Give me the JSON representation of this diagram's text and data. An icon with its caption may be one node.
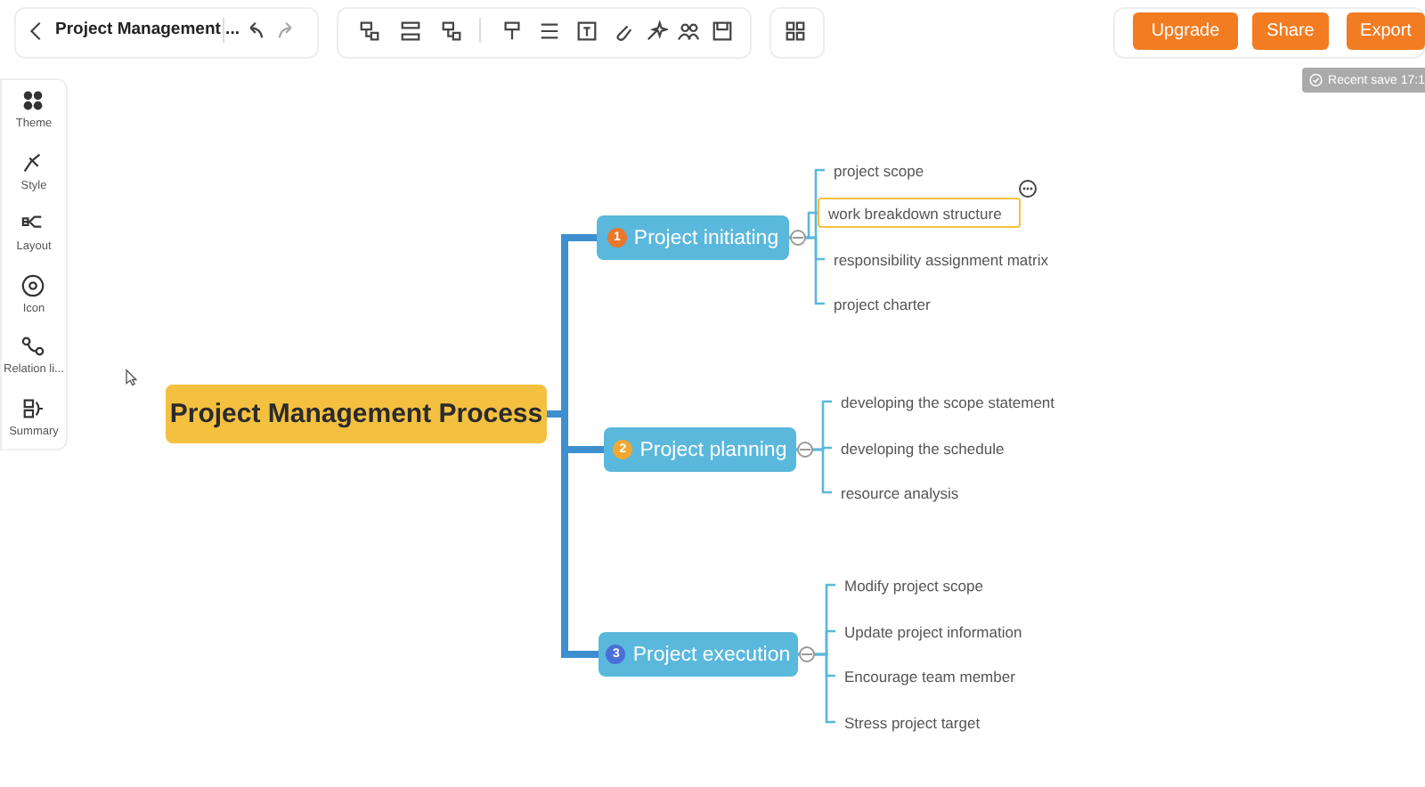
{
  "diagram": {
    "nodes": [
      {
        "text": [
          "Project Management Process"
        ]
      },
      {
        "text": [
          "1",
          "Project initiating"
        ]
      },
      {
        "text": [
          "project scope"
        ]
      },
      {
        "text": [
          "work breakdown structure"
        ]
      },
      {
        "text": [
          "responsibility assignment matrix"
        ]
      },
      {
        "text": [
          "project charter"
        ]
      },
      {
        "text": [
          "2",
          "Project planning"
        ]
      },
      {
        "text": [
          "developing the scope statement"
        ]
      },
      {
        "text": [
          "developing the schedule"
        ]
      },
      {
        "text": [
          "resource analysis"
        ]
      },
      {
        "text": [
          "3",
          "Project execution"
        ]
      },
      {
        "text": [
          "Modify project scope"
        ]
      },
      {
        "text": [
          "Update project information"
        ]
      },
      {
        "text": [
          "Encourage team member"
        ]
      },
      {
        "text": [
          "Stress project target"
        ]
      }
    ],
    "edges": [
      {
        "from": 0,
        "to": 1,
        "arrow": "none",
        "style": "thick",
        "color": "#3d8fd0"
      },
      {
        "from": 0,
        "to": 6,
        "arrow": "none",
        "style": "thick",
        "color": "#3d8fd0"
      },
      {
        "from": 0,
        "to": 10,
        "arrow": "none",
        "style": "thick",
        "color": "#3d8fd0"
      },
      {
        "from": 1,
        "to": 2,
        "arrow": "none"
      },
      {
        "from": 1,
        "to": 3,
        "arrow": "none"
      },
      {
        "from": 1,
        "to": 4,
        "arrow": "none"
      },
      {
        "from": 1,
        "to": 5,
        "arrow": "none"
      },
      {
        "from": 6,
        "to": 7,
        "arrow": "none"
      },
      {
        "from": 6,
        "to": 8,
        "arrow": "none"
      },
      {
        "from": 6,
        "to": 9,
        "arrow": "none"
      },
      {
        "from": 10,
        "to": 11,
        "arrow": "none"
      },
      {
        "from": 10,
        "to": 12,
        "arrow": "none"
      },
      {
        "from": 10,
        "to": 13,
        "arrow": "none"
      },
      {
        "from": 10,
        "to": 14,
        "arrow": "none"
      }
    ],
    "labels": [
      "Project Management ...",
      "Upgrade",
      "Share",
      "Export",
      "Recent save 17:1",
      "Theme",
      "Style",
      "Layout",
      "Icon",
      "Relation li...",
      "Summary"
    ]
  }
}
